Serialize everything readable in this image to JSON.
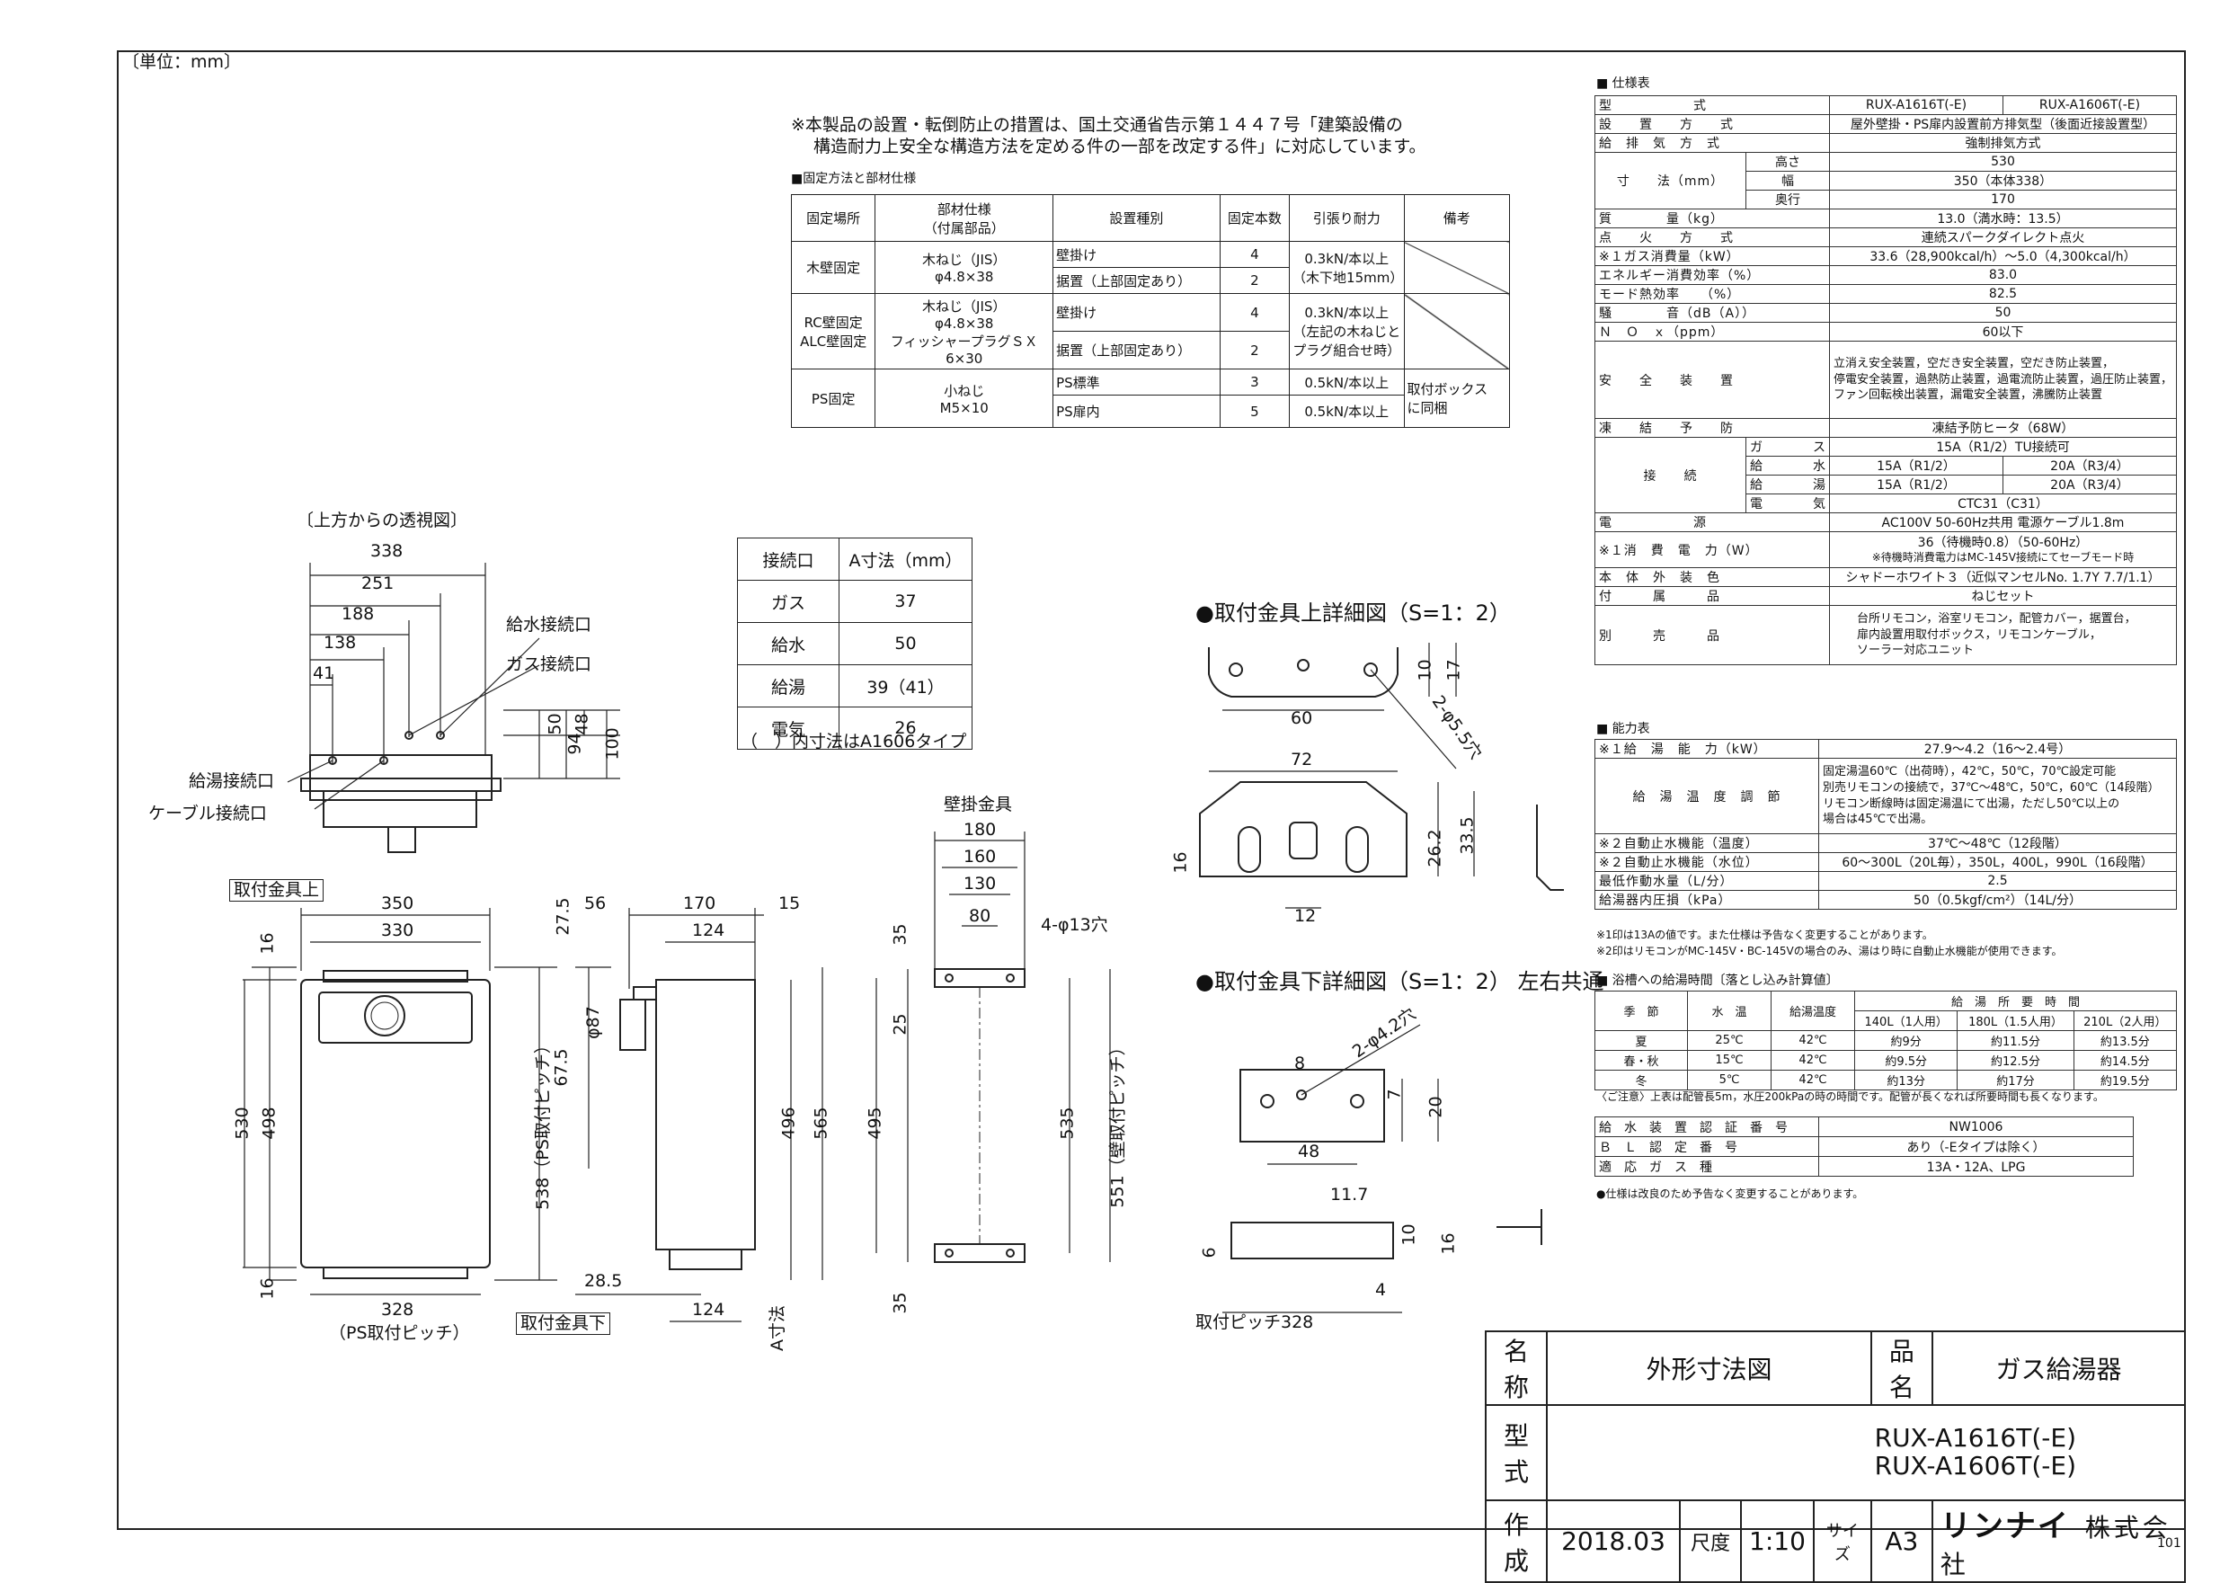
{
  "unit": "〔単位：mm〕",
  "page_no": "101",
  "notice": {
    "line1": "※本製品の設置・転倒防止の措置は、国土交通省告示第１４４７号「建築設備の",
    "line2": "構造耐力上安全な構造方法を定める件の一部を改定する件」に対応しています。"
  },
  "fix_table": {
    "caption": "■固定方法と部材仕様",
    "headers": [
      "固定場所",
      "部材仕様\n（付属部品）",
      "設置種別",
      "固定本数",
      "引張り耐力",
      "備考"
    ],
    "wood_place": "木壁固定",
    "wood_part": "木ねじ（JIS）\nφ4.8×38",
    "wood_kind1": "壁掛け",
    "wood_n1": "4",
    "wood_kind2": "据置（上部固定あり）",
    "wood_n2": "2",
    "wood_force": "0.3kN/本以上\n（木下地15mm）",
    "rc_place": "RC壁固定\nALC壁固定",
    "rc_part": "木ねじ（JIS）\nφ4.8×38\nフィッシャープラグＳＸ\n6×30",
    "rc_kind1": "壁掛け",
    "rc_n1": "4",
    "rc_kind2": "据置（上部固定あり）",
    "rc_n2": "2",
    "rc_force": "0.3kN/本以上\n（左記の木ねじと\nプラグ組合せ時）",
    "ps_place": "PS固定",
    "ps_part": "小ねじ\nM5×10",
    "ps_kind1": "PS標準",
    "ps_n1": "3",
    "ps_force1": "0.5kN/本以上",
    "ps_kind2": "PS扉内",
    "ps_n2": "5",
    "ps_force2": "0.5kN/本以上",
    "ps_note": "取付ボックス\nに同梱"
  },
  "conn_table": {
    "headers": [
      "接続口",
      "A寸法（mm）"
    ],
    "rows": [
      [
        "ガス",
        "37"
      ],
      [
        "給水",
        "50"
      ],
      [
        "給湯",
        "39（41）"
      ],
      [
        "電気",
        "26"
      ]
    ],
    "note": "（　）内寸法はA1606タイプ"
  },
  "top_view": {
    "title": "〔上方からの透視図〕",
    "dims": [
      "338",
      "251",
      "188",
      "138",
      "41",
      "48",
      "50",
      "94",
      "100"
    ],
    "label_water": "給水接続口",
    "label_gas": "ガス接続口",
    "label_hot": "給湯接続口",
    "label_cable": "ケーブル接続口"
  },
  "front_view": {
    "label_top": "取付金具上",
    "label_bottom": "取付金具下",
    "dims": [
      "350",
      "330",
      "16",
      "530",
      "498",
      "16",
      "328",
      "538（PS取付ピッチ）"
    ],
    "ps_pitch": "（PS取付ピッチ）"
  },
  "side_view": {
    "dims": [
      "56",
      "170",
      "15",
      "27.5",
      "124",
      "φ87",
      "67.5",
      "496",
      "565",
      "28.5",
      "124",
      "A寸法"
    ]
  },
  "wall_bracket": {
    "title": "壁掛金具",
    "dims": [
      "180",
      "160",
      "130",
      "80",
      "4-φ13穴",
      "35",
      "25",
      "495",
      "535",
      "551（壁取付ピッチ）",
      "35"
    ]
  },
  "detail_top": {
    "title": "●取付金具上詳細図（S=1：2）",
    "dims": [
      "10",
      "17",
      "60",
      "2-φ5.5穴",
      "72",
      "16",
      "26.2",
      "33.5",
      "12"
    ]
  },
  "detail_bottom": {
    "title": "●取付金具下詳細図（S=1：2） 左右共通",
    "dims": [
      "2-φ4.2穴",
      "8",
      "7",
      "20",
      "48",
      "11.7",
      "6",
      "10",
      "16",
      "4"
    ],
    "pitch": "取付ピッチ328"
  },
  "spec": {
    "caption": "■ 仕様表",
    "model_label": "型　　　　　　式",
    "model1": "RUX-A1616T(-E)",
    "model2": "RUX-A1606T(-E)",
    "rows": [
      [
        "設　　置　　方　　式",
        "屋外壁掛・PS扉内設置前方排気型（後面近接設置型）"
      ],
      [
        "給　排　気　方　式",
        "強制排気方式"
      ]
    ],
    "size_label": "寸　　法（mm）",
    "size_rows": [
      [
        "高さ",
        "530"
      ],
      [
        "幅",
        "350（本体338）"
      ],
      [
        "奥行",
        "170"
      ]
    ],
    "rows2": [
      [
        "質　　　　量（kg）",
        "13.0（満水時：13.5）"
      ],
      [
        "点　　火　　方　　式",
        "連続スパークダイレクト点火"
      ],
      [
        "※１ガス消費量（kW）",
        "33.6（28,900kcal/h）～5.0（4,300kcal/h）"
      ],
      [
        "エネルギー消費効率（%）",
        "83.0"
      ],
      [
        "モード熱効率　　（%）",
        "82.5"
      ],
      [
        "騒　　　　音（dB（A））",
        "50"
      ],
      [
        "Ｎ　Ｏ　ｘ（ppm）",
        "60以下"
      ]
    ],
    "safety_label": "安　　全　　装　　置",
    "safety_value": [
      "立消え安全装置，空だき安全装置，空だき防止装置，",
      "停電安全装置，過熱防止装置，過電流防止装置，過圧防止装置，",
      "ファン回転検出装置，漏電安全装置，沸騰防止装置"
    ],
    "freeze": [
      "凍　　結　　予　　防",
      "凍結予防ヒータ（68W）"
    ],
    "conn_label": "接　　続",
    "conn_rows": [
      [
        "ガ　　　　ス",
        "15A（R1/2）TU接続可",
        ""
      ],
      [
        "給　　　　水",
        "15A（R1/2）",
        "20A（R3/4）"
      ],
      [
        "給　　　　湯",
        "15A（R1/2）",
        "20A（R3/4）"
      ],
      [
        "電　　　　気",
        "CTC31（C31）",
        ""
      ]
    ],
    "power": [
      "電　　　　　　源",
      "AC100V 50-60Hz共用  電源ケーブル1.8m"
    ],
    "consume_label": "※１消　費　電　力（W）",
    "consume_value": "36（待機時0.8）（50-60Hz）",
    "consume_note": "※待機時消費電力はMC-145V接続にてセーブモード時",
    "color": [
      "本　体　外　装　色",
      "シャドーホワイト３（近似マンセルNo. 1.7Y 7.7/1.1）"
    ],
    "acc": [
      "付　　　属　　　品",
      "ねじセット"
    ],
    "sold_label": "別　　　売　　　品",
    "sold_value": [
      "台所リモコン，浴室リモコン，配管カバー，据置台，",
      "扉内設置用取付ボックス，リモコンケーブル，",
      "ソーラー対応ユニット"
    ]
  },
  "capability": {
    "caption": "■ 能力表",
    "rows_top": [
      [
        "※１給　湯　能　力（kW）",
        "27.9～4.2（16～2.4号）"
      ]
    ],
    "temp_label": "給　湯　温　度　調　節",
    "temp_value": [
      "固定湯温60℃（出荷時），42℃，50℃，70℃設定可能",
      "別売リモコンの接続で，37℃～48℃，50℃，60℃（14段階）",
      "リモコン断線時は固定湯温にて出湯，ただし50℃以上の",
      "場合は45℃で出湯。"
    ],
    "rows_bottom": [
      [
        "※２自動止水機能（温度）",
        "37℃～48℃（12段階）"
      ],
      [
        "※２自動止水機能（水位）",
        "60～300L（20L毎），350L，400L，990L（16段階）"
      ],
      [
        "最低作動水量（L/分）",
        "2.5"
      ],
      [
        "給湯器内圧損（kPa）",
        "50（0.5kgf/cm²）（14L/分）"
      ]
    ],
    "notes": [
      "※1印は13Aの値です。また仕様は予告なく変更することがあります。",
      "※2印はリモコンがMC-145V・BC-145Vの場合のみ、湯はり時に自動止水機能が使用できます。"
    ]
  },
  "bath": {
    "caption": "■ 浴槽への給湯時間〔落とし込み計算値〕",
    "headers": [
      "季　節",
      "水　温",
      "給湯温度",
      "給　湯　所　要　時　間"
    ],
    "subheaders": [
      "140L（1人用）",
      "180L（1.5人用）",
      "210L（2人用）"
    ],
    "rows": [
      [
        "夏",
        "25℃",
        "42℃",
        "約9分",
        "約11.5分",
        "約13.5分"
      ],
      [
        "春・秋",
        "15℃",
        "42℃",
        "約9.5分",
        "約12.5分",
        "約14.5分"
      ],
      [
        "冬",
        "5℃",
        "42℃",
        "約13分",
        "約17分",
        "約19.5分"
      ]
    ],
    "note": "〈ご注意〉上表は配管長5m，水圧200kPaの時の時間です。配管が長くなれば所要時間も長くなります。"
  },
  "cert": {
    "rows": [
      [
        "給　水　装　置　認　証　番　号",
        "NW1006"
      ],
      [
        "Ｂ　Ｌ　認　定　番　号",
        "あり（-Eタイプは除く）"
      ],
      [
        "適　応　ガ　ス　種",
        "13A・12A、LPG"
      ]
    ],
    "note": "●仕様は改良のため予告なく変更することがあります。"
  },
  "title_block": {
    "name_label": "名称",
    "name_value": "外形寸法図",
    "product_label": "品名",
    "product_value": "ガス給湯器",
    "model_label": "型式",
    "model_value1": "RUX-A1616T(-E)",
    "model_value2": "RUX-A1606T(-E)",
    "made_label": "作成",
    "made_value": "2018.03",
    "scale_label": "尺度",
    "scale_value": "1:10",
    "size_label": "サイズ",
    "size_value": "A3",
    "company_logo": "リンナイ",
    "company_suffix": "株式会社"
  }
}
